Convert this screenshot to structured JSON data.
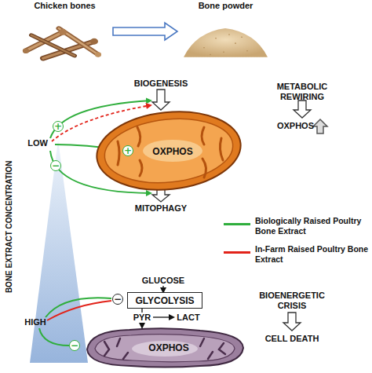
{
  "diagram": {
    "nodes": [
      {
        "text": [
          "Chicken bones"
        ]
      },
      {
        "text": [
          "Bone powder"
        ]
      },
      {
        "text": [
          "+"
        ]
      },
      {
        "text": [
          "OXPHOS"
        ]
      },
      {
        "text": [
          "+"
        ],
        "in": 3
      },
      {
        "text": [
          "−"
        ]
      },
      {
        "text": [
          "GLYCOLYSIS"
        ]
      },
      {
        "text": [
          "−"
        ]
      },
      {
        "text": [
          "OXPHOS"
        ]
      },
      {
        "text": [
          "−"
        ]
      }
    ],
    "edges": [
      {
        "from": 0,
        "to": 1,
        "arrow": "to"
      },
      {
        "from": 6,
        "to": 8,
        "arrow": "to"
      }
    ],
    "labels": [
      "BIOGENESIS",
      "MITOPHAGY",
      "METABOLIC REWIRING",
      "OXPHOS",
      "LOW",
      "BONE EXTRACT CONCENTRATION",
      "HIGH",
      "GLUCOSE",
      "PYR",
      "LACT",
      "BIOENERGETIC CRISIS",
      "CELL DEATH"
    ],
    "legend": [
      {
        "text": "Biologically Raised Poultry Bone Extract",
        "color": "#2fae3c"
      },
      {
        "text": "In-Farm Raised Poultry Bone Extract",
        "color": "#e2231a"
      }
    ]
  }
}
